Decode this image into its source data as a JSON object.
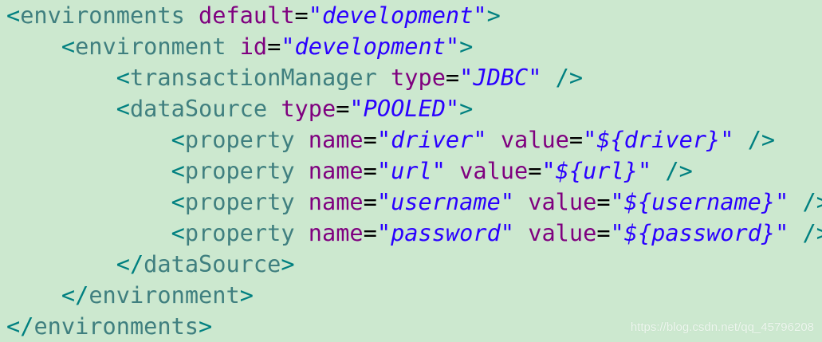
{
  "code_lines": [
    {
      "indent": 0,
      "tokens": [
        [
          "br",
          "<"
        ],
        [
          "tag",
          "environments"
        ],
        [
          "sp",
          " "
        ],
        [
          "attr",
          "default"
        ],
        [
          "eq",
          "="
        ],
        [
          "val",
          "\"development\""
        ],
        [
          "br",
          ">"
        ]
      ]
    },
    {
      "indent": 1,
      "tokens": [
        [
          "br",
          "<"
        ],
        [
          "tag",
          "environment"
        ],
        [
          "sp",
          " "
        ],
        [
          "attr",
          "id"
        ],
        [
          "eq",
          "="
        ],
        [
          "val",
          "\"development\""
        ],
        [
          "br",
          ">"
        ]
      ]
    },
    {
      "indent": 2,
      "tokens": [
        [
          "br",
          "<"
        ],
        [
          "tag",
          "transactionManager"
        ],
        [
          "sp",
          " "
        ],
        [
          "attr",
          "type"
        ],
        [
          "eq",
          "="
        ],
        [
          "val",
          "\"JDBC\""
        ],
        [
          "sp",
          " "
        ],
        [
          "br",
          "/>"
        ]
      ]
    },
    {
      "indent": 2,
      "tokens": [
        [
          "br",
          "<"
        ],
        [
          "tag",
          "dataSource"
        ],
        [
          "sp",
          " "
        ],
        [
          "attr",
          "type"
        ],
        [
          "eq",
          "="
        ],
        [
          "val",
          "\"POOLED\""
        ],
        [
          "br",
          ">"
        ]
      ]
    },
    {
      "indent": 3,
      "tokens": [
        [
          "br",
          "<"
        ],
        [
          "tag",
          "property"
        ],
        [
          "sp",
          " "
        ],
        [
          "attr",
          "name"
        ],
        [
          "eq",
          "="
        ],
        [
          "val",
          "\"driver\""
        ],
        [
          "sp",
          " "
        ],
        [
          "attr",
          "value"
        ],
        [
          "eq",
          "="
        ],
        [
          "val",
          "\"${driver}\""
        ],
        [
          "sp",
          " "
        ],
        [
          "br",
          "/>"
        ]
      ]
    },
    {
      "indent": 3,
      "tokens": [
        [
          "br",
          "<"
        ],
        [
          "tag",
          "property"
        ],
        [
          "sp",
          " "
        ],
        [
          "attr",
          "name"
        ],
        [
          "eq",
          "="
        ],
        [
          "val",
          "\"url\""
        ],
        [
          "sp",
          " "
        ],
        [
          "attr",
          "value"
        ],
        [
          "eq",
          "="
        ],
        [
          "val",
          "\"${url}\""
        ],
        [
          "sp",
          " "
        ],
        [
          "br",
          "/>"
        ]
      ]
    },
    {
      "indent": 3,
      "tokens": [
        [
          "br",
          "<"
        ],
        [
          "tag",
          "property"
        ],
        [
          "sp",
          " "
        ],
        [
          "attr",
          "name"
        ],
        [
          "eq",
          "="
        ],
        [
          "val",
          "\"username\""
        ],
        [
          "sp",
          " "
        ],
        [
          "attr",
          "value"
        ],
        [
          "eq",
          "="
        ],
        [
          "val",
          "\"${username}\""
        ],
        [
          "sp",
          " "
        ],
        [
          "br",
          "/>"
        ]
      ]
    },
    {
      "indent": 3,
      "tokens": [
        [
          "br",
          "<"
        ],
        [
          "tag",
          "property"
        ],
        [
          "sp",
          " "
        ],
        [
          "attr",
          "name"
        ],
        [
          "eq",
          "="
        ],
        [
          "val",
          "\"password\""
        ],
        [
          "sp",
          " "
        ],
        [
          "attr",
          "value"
        ],
        [
          "eq",
          "="
        ],
        [
          "val",
          "\"${password}\""
        ],
        [
          "sp",
          " "
        ],
        [
          "br",
          "/>"
        ]
      ]
    },
    {
      "indent": 2,
      "tokens": [
        [
          "br",
          "</"
        ],
        [
          "tag",
          "dataSource"
        ],
        [
          "br",
          ">"
        ]
      ]
    },
    {
      "indent": 1,
      "tokens": [
        [
          "br",
          "</"
        ],
        [
          "tag",
          "environment"
        ],
        [
          "br",
          ">"
        ]
      ]
    },
    {
      "indent": 0,
      "tokens": [
        [
          "br",
          "</"
        ],
        [
          "tag",
          "environments"
        ],
        [
          "br",
          ">"
        ]
      ]
    }
  ],
  "watermark": "https://blog.csdn.net/qq_45796208",
  "colors": {
    "background": "#cce8cf",
    "bracket": "#008080",
    "tag": "#3f7f7f",
    "attribute": "#7f007f",
    "value": "#2a00ff"
  }
}
